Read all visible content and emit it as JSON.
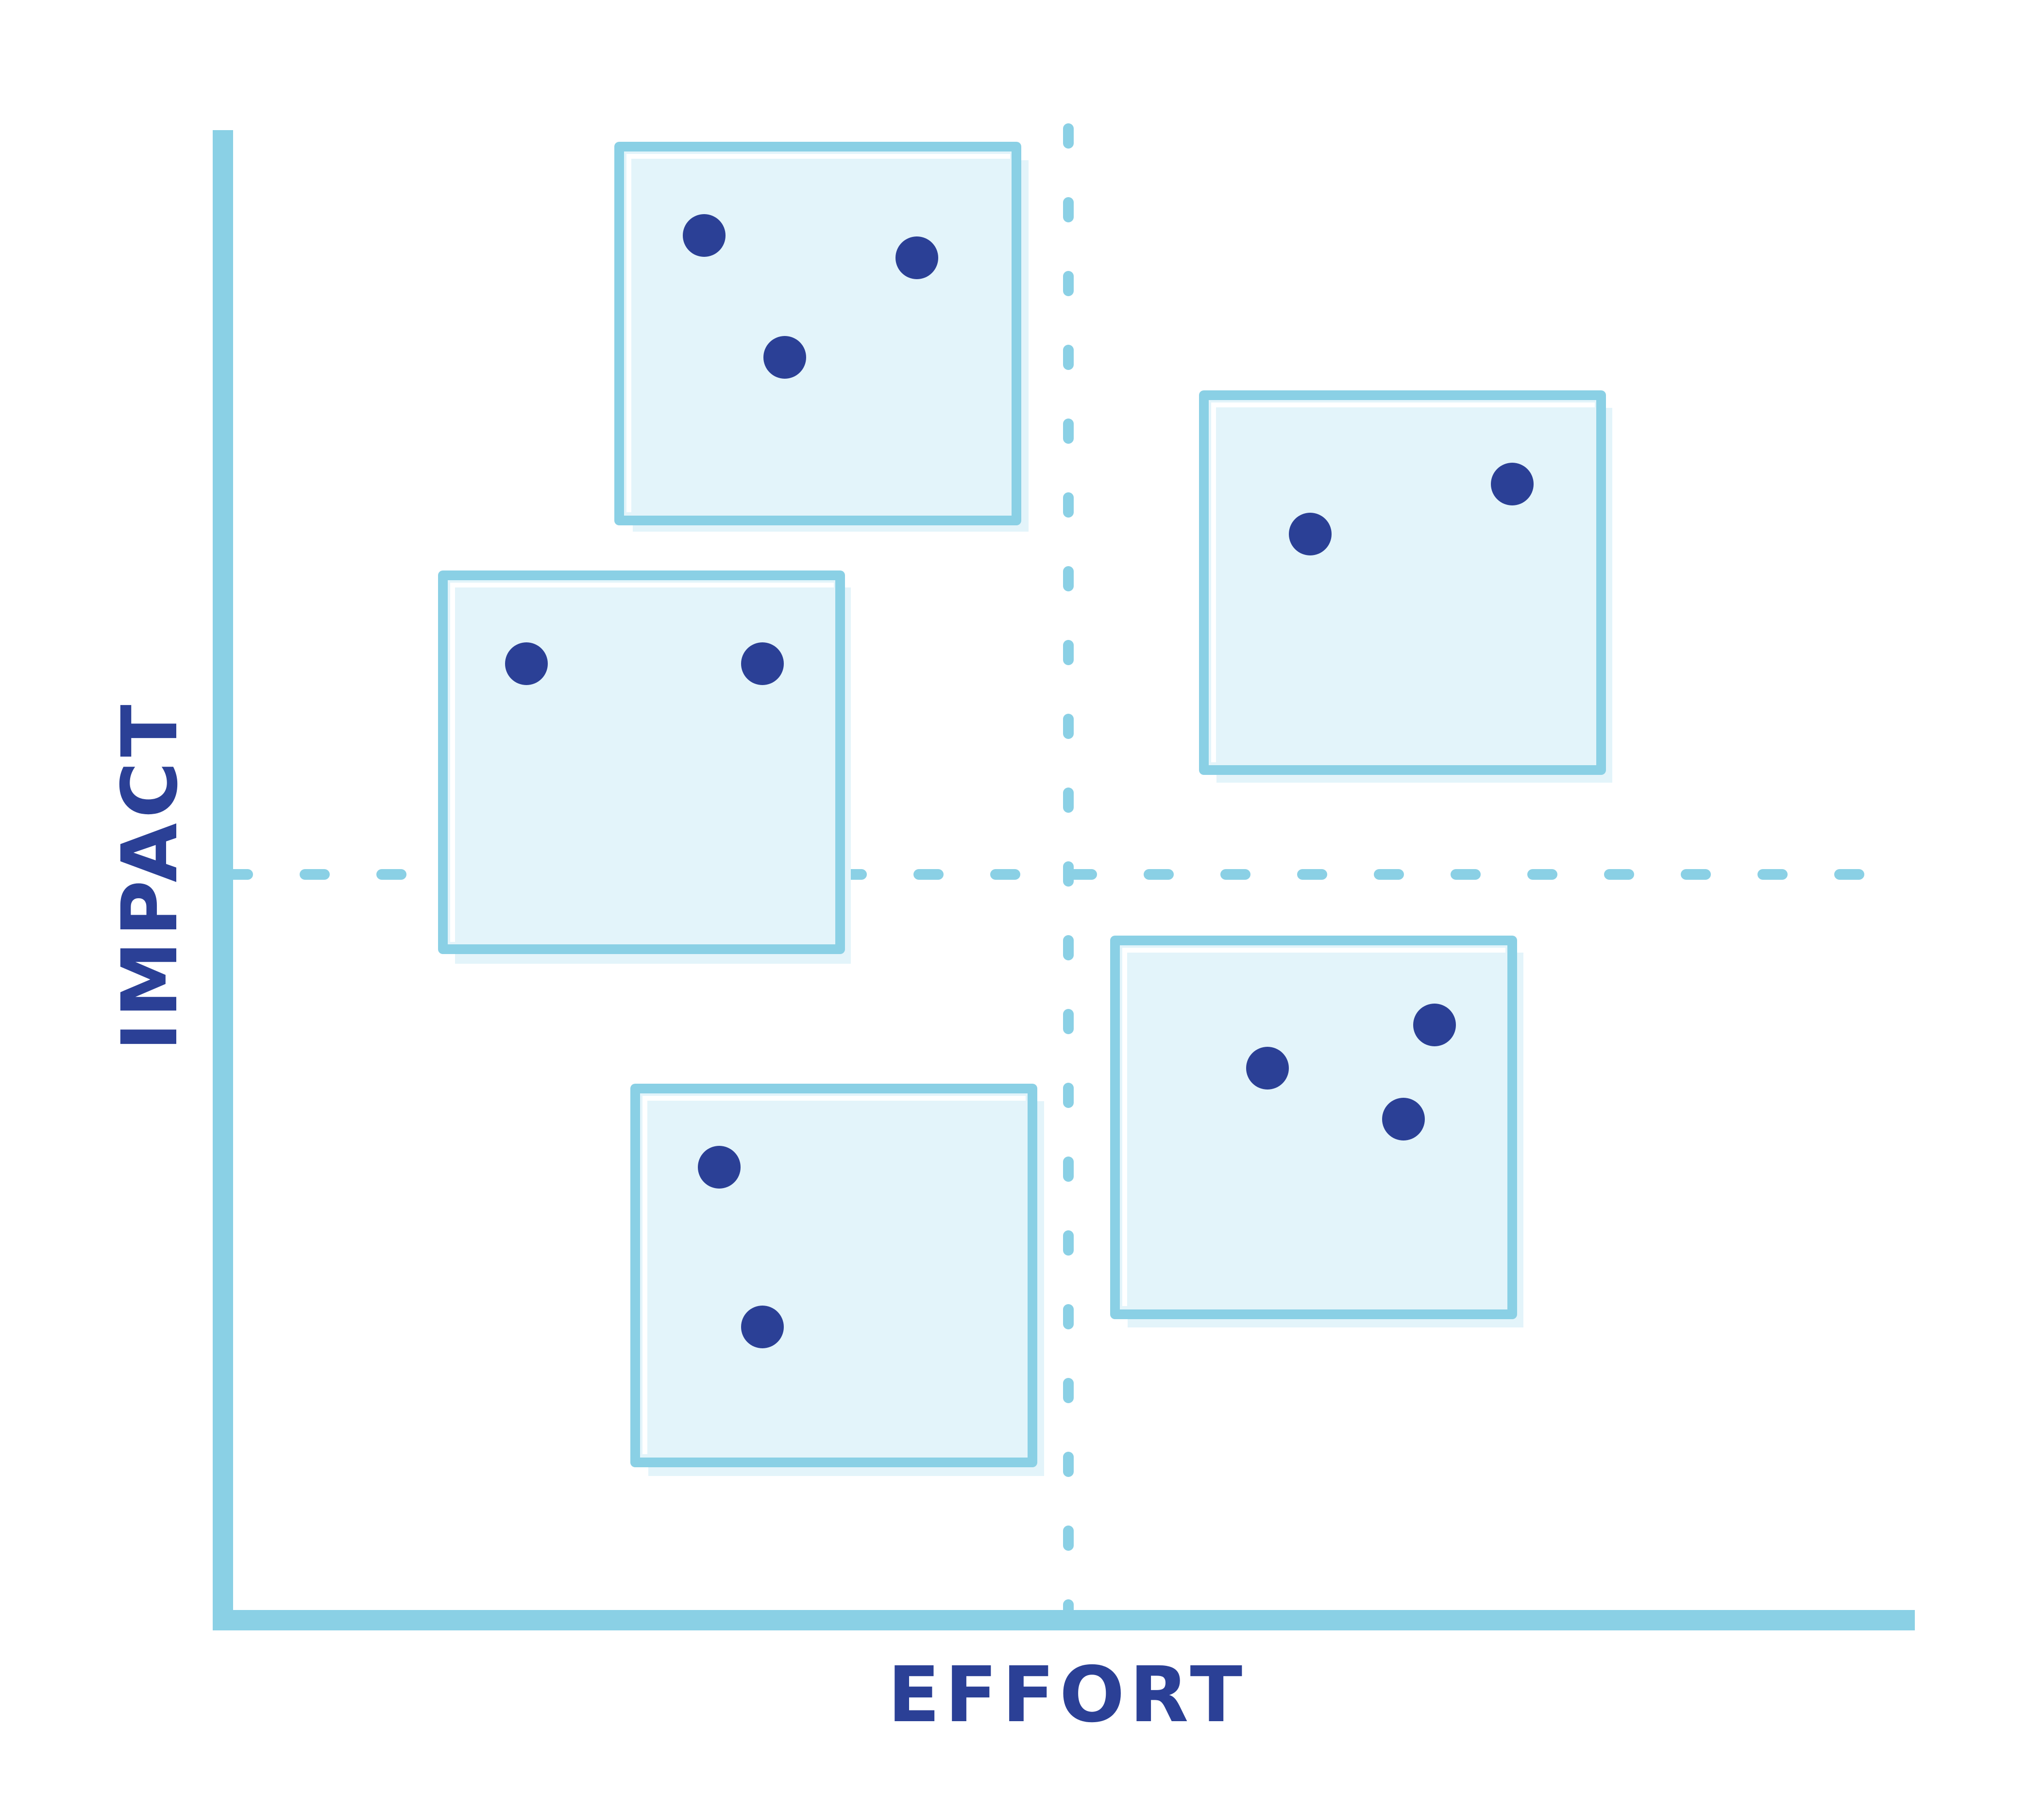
{
  "diagram": {
    "x_axis_label": "EFFORT",
    "y_axis_label": "IMPACT",
    "colors": {
      "axis": "#8ad0e5",
      "divider": "#8ad0e5",
      "box_border": "#8ad0e5",
      "box_fill": "#e3f4fa",
      "box_shadow": "#e3f4fa",
      "dot": "#2b4096",
      "label": "#2b4096",
      "background": "#ffffff"
    },
    "quadrant_divider_style": "dashed",
    "groups": [
      {
        "name": "group-top-center",
        "dot_count": 3
      },
      {
        "name": "group-mid-left",
        "dot_count": 2
      },
      {
        "name": "group-top-right",
        "dot_count": 2
      },
      {
        "name": "group-bottom-center",
        "dot_count": 2
      },
      {
        "name": "group-bottom-right",
        "dot_count": 3
      }
    ]
  }
}
